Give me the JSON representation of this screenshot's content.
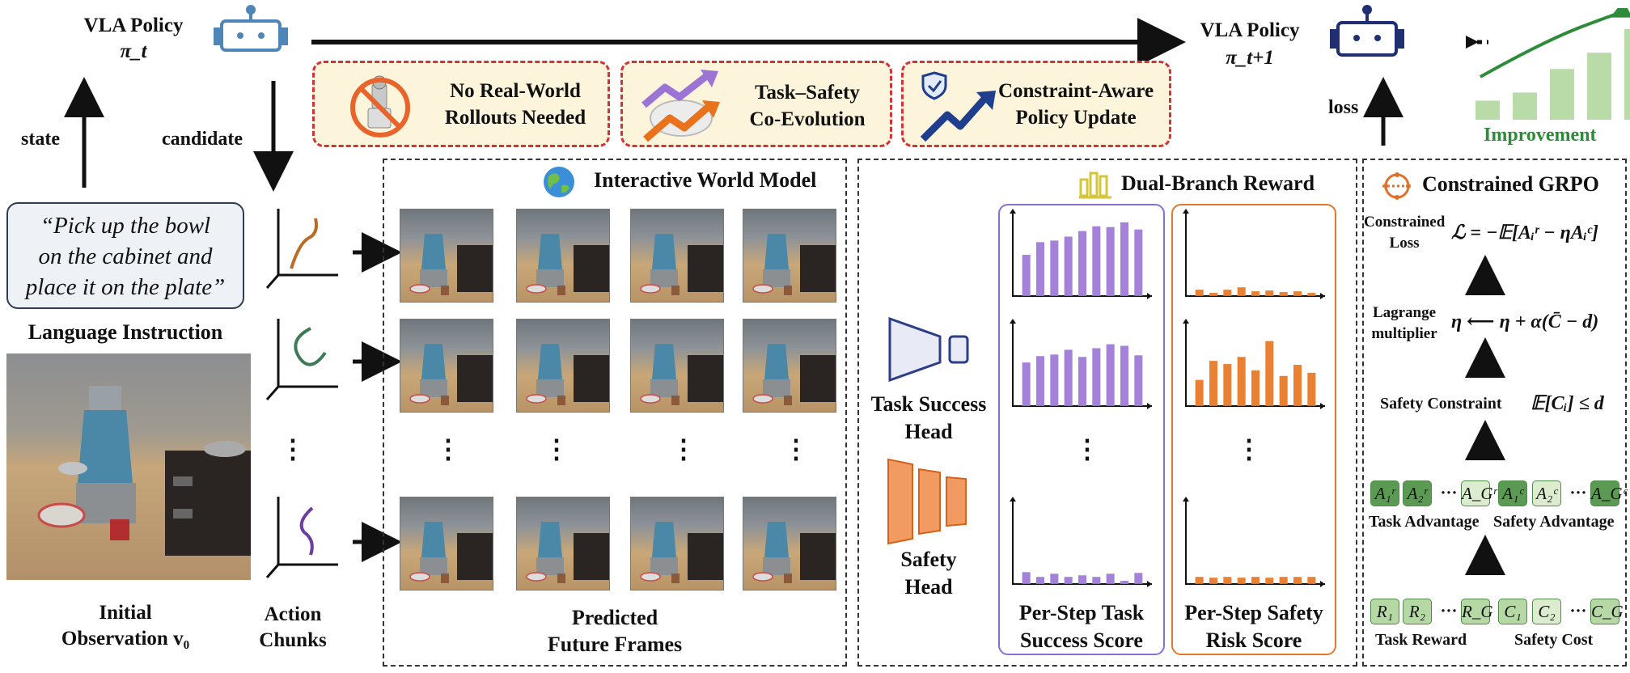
{
  "policy_t": {
    "title": "VLA Policy",
    "symbol": "π_t"
  },
  "policy_t1": {
    "title": "VLA Policy",
    "symbol": "π_t+1"
  },
  "labels": {
    "state": "state",
    "candidate": "candidate",
    "loss": "loss",
    "language_instruction": "Language Instruction",
    "initial_observation_1": "Initial",
    "initial_observation_2": "Observation v₀",
    "action_chunks_1": "Action",
    "action_chunks_2": "Chunks",
    "predicted_1": "Predicted",
    "predicted_2": "Future Frames",
    "improvement": "Improvement",
    "ellipsis": "⋮",
    "dots": "▪▪▪"
  },
  "instruction": {
    "line1": "“Pick up the bowl",
    "line2": "on the cabinet and",
    "line3": "place it on the plate”"
  },
  "features": [
    {
      "line1": "No Real-World",
      "line2": "Rollouts Needed"
    },
    {
      "line1": "Task–Safety",
      "line2": "Co-Evolution"
    },
    {
      "line1": "Constraint-Aware",
      "line2": "Policy Update"
    }
  ],
  "world_model": {
    "title": "Interactive World Model"
  },
  "reward": {
    "title": "Dual-Branch Reward",
    "task_head_1": "Task Success",
    "task_head_2": "Head",
    "safety_head_1": "Safety",
    "safety_head_2": "Head",
    "task_score_1": "Per-Step Task",
    "task_score_2": "Success Score",
    "safety_score_1": "Per-Step Safety",
    "safety_score_2": "Risk Score"
  },
  "grpo": {
    "title": "Constrained GRPO",
    "constrained_loss_1": "Constrained",
    "constrained_loss_2": "Loss",
    "loss_formula": "ℒ = −𝔼[Aᵢʳ − ηAᵢᶜ]",
    "lagrange_1": "Lagrange",
    "lagrange_2": "multiplier",
    "lagrange_formula": "η ⟵ η + α(C̄ − d)",
    "safety_constraint": "Safety Constraint",
    "constraint_formula": "𝔼[Cᵢ] ≤ d",
    "task_advantage": "Task Advantage",
    "safety_advantage": "Safety Advantage",
    "task_reward": "Task Reward",
    "safety_cost": "Safety Cost",
    "adv_chips": [
      "A₁ʳ",
      "A₂ʳ",
      "···",
      "A_Gʳ",
      "A₁ᶜ",
      "A₂ᶜ",
      "···",
      "A_Gᶜ"
    ],
    "reward_chips": [
      "R₁",
      "R₂",
      "···",
      "R_G",
      "C₁",
      "C₂",
      "···",
      "C_G"
    ]
  },
  "colors": {
    "task_purple": "#9b74d6",
    "safety_orange": "#e8731c",
    "feature_border": "#d0343a",
    "feature_fill": "#fdf4dc",
    "improve_green": "#2e8b3a",
    "bar_green": "#b9dba8",
    "chip_dark": "#5a9a52",
    "chip_light": "#b5d8a5"
  },
  "chart_data": [
    {
      "type": "bar",
      "title": "Per-Step Task Success Score (rollout 1)",
      "color": "#9b74d6",
      "values": [
        0.52,
        0.68,
        0.7,
        0.75,
        0.82,
        0.88,
        0.87,
        0.93,
        0.84
      ]
    },
    {
      "type": "bar",
      "title": "Per-Step Task Success Score (rollout 2)",
      "color": "#9b74d6",
      "values": [
        0.55,
        0.63,
        0.65,
        0.71,
        0.62,
        0.73,
        0.78,
        0.76,
        0.64
      ]
    },
    {
      "type": "bar",
      "title": "Per-Step Task Success Score (rollout G)",
      "color": "#9b74d6",
      "values": [
        0.15,
        0.09,
        0.13,
        0.09,
        0.11,
        0.09,
        0.13,
        0.04,
        0.14
      ]
    },
    {
      "type": "bar",
      "title": "Per-Step Safety Risk Score (rollout 1)",
      "color": "#e8731c",
      "values": [
        0.08,
        0.04,
        0.08,
        0.11,
        0.06,
        0.07,
        0.05,
        0.06,
        0.04
      ]
    },
    {
      "type": "bar",
      "title": "Per-Step Safety Risk Score (rollout 2)",
      "color": "#e8731c",
      "values": [
        0.33,
        0.57,
        0.53,
        0.62,
        0.45,
        0.82,
        0.38,
        0.52,
        0.42
      ]
    },
    {
      "type": "bar",
      "title": "Per-Step Safety Risk Score (rollout G)",
      "color": "#e8731c",
      "values": [
        0.09,
        0.08,
        0.09,
        0.08,
        0.09,
        0.08,
        0.09,
        0.09,
        0.09
      ]
    },
    {
      "type": "bar",
      "title": "Improvement",
      "color": "#b9dba8",
      "values": [
        0.21,
        0.3,
        0.56,
        0.74,
        1.0
      ]
    }
  ]
}
